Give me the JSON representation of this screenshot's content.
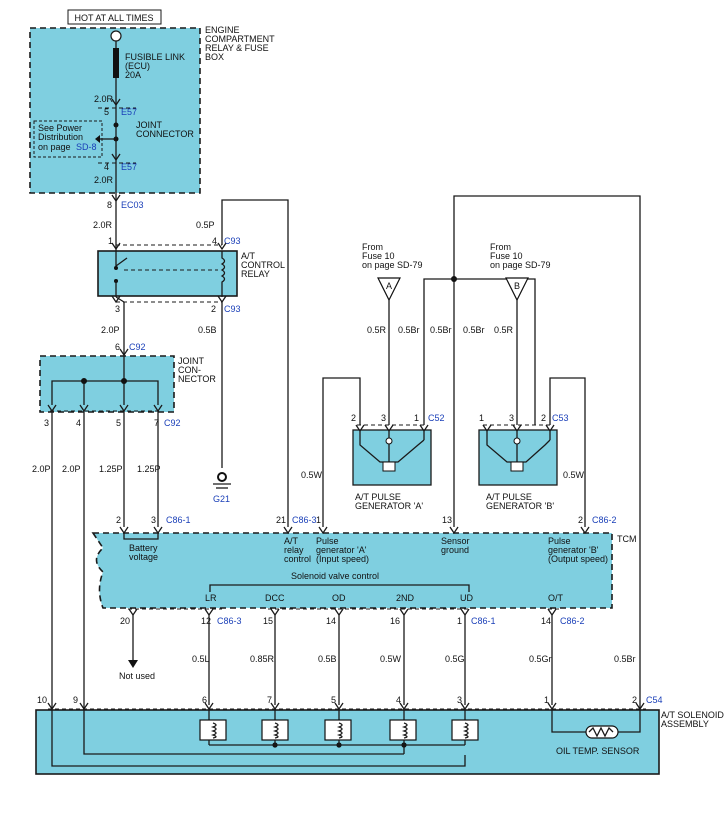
{
  "header": {
    "hot_label": "HOT AT ALL TIMES"
  },
  "fuse_box": {
    "title_lines": [
      "ENGINE",
      "COMPARTMENT",
      "RELAY & FUSE",
      "BOX"
    ],
    "fusible_link_lines": [
      "FUSIBLE LINK",
      "(ECU)",
      "20A"
    ],
    "wire_top": "2.0R",
    "pin_top": "5",
    "conn_top": "E57",
    "joint_lines": [
      "JOINT",
      "CONNECTOR"
    ],
    "see_power_lines": [
      "See Power",
      "Distribution",
      "on page"
    ],
    "see_page": "SD-8",
    "pin_bottom": "4",
    "conn_bottom": "E57",
    "wire_bottom": "2.0R"
  },
  "ec03": {
    "pin": "8",
    "conn": "EC03",
    "wire": "2.0R"
  },
  "relay": {
    "title_lines": [
      "A/T",
      "CONTROL",
      "RELAY"
    ],
    "pin1": "1",
    "pin4": "4",
    "conn_top": "C93",
    "wire_p4": "0.5P",
    "pin3": "3",
    "pin2": "2",
    "conn_bottom": "C93",
    "wire_p3": "2.0P",
    "wire_p2": "0.5B",
    "ground": "G21"
  },
  "joint2": {
    "pin_in": "6",
    "conn_in": "C92",
    "title_lines": [
      "JOINT",
      "CON-",
      "NECTOR"
    ],
    "pins": [
      "3",
      "4",
      "5",
      "7"
    ],
    "conn_out": "C92",
    "wires": [
      "2.0P",
      "2.0P",
      "1.25P",
      "1.25P"
    ]
  },
  "sources": {
    "a": {
      "lines": [
        "From",
        "Fuse 10",
        "on page SD-79"
      ],
      "letter": "A"
    },
    "b": {
      "lines": [
        "From",
        "Fuse 10",
        "on page SD-79"
      ],
      "letter": "B"
    }
  },
  "gen_a": {
    "pins": [
      "2",
      "3",
      "1"
    ],
    "conn": "C52",
    "wire_3": "0.5R",
    "wire_1": "0.5Br",
    "label_lines": [
      "A/T PULSE",
      "GENERATOR 'A'"
    ]
  },
  "gen_b": {
    "pins": [
      "1",
      "3",
      "2"
    ],
    "conn": "C53",
    "wire_3": "0.5R",
    "wire_1": "0.5Br",
    "label_lines": [
      "A/T PULSE",
      "GENERATOR 'B'"
    ]
  },
  "wire_05br_mid": "0.5Br",
  "wire_05w_a": "0.5W",
  "wire_05w_b": "0.5W",
  "tcm": {
    "label": "TCM",
    "top_pins": {
      "p2": "2",
      "p3": "3",
      "c861_top": "C86-1",
      "p21": "21",
      "c863_top": "C86-3",
      "p1": "1",
      "p13": "13",
      "p2b": "2",
      "c862_top": "C86-2"
    },
    "battery_lines": [
      "Battery",
      "voltage"
    ],
    "relay_ctl_lines": [
      "A/T",
      "relay",
      "control"
    ],
    "pga_lines": [
      "Pulse",
      "generator 'A'",
      "(Input speed)"
    ],
    "sensor_lines": [
      "Sensor",
      "ground"
    ],
    "pgb_lines": [
      "Pulse",
      "generator 'B'",
      "(Output speed)"
    ],
    "solenoid_title": "Solenoid valve control",
    "sol_labels": [
      "LR",
      "DCC",
      "OD",
      "2ND",
      "UD",
      "O/T"
    ],
    "bottom_pins": [
      "20",
      "12",
      "15",
      "14",
      "16",
      "1",
      "14"
    ],
    "c863_bot": "C86-3",
    "c861_bot": "C86-1",
    "c862_bot": "C86-2"
  },
  "not_used": "Not used",
  "bottom_wires": [
    "0.5L",
    "0.85R",
    "0.5B",
    "0.5W",
    "0.5G",
    "0.5Gr",
    "0.5Br"
  ],
  "solenoid": {
    "title_lines": [
      "A/T SOLENOID",
      "ASSEMBLY"
    ],
    "pins": [
      "10",
      "9",
      "6",
      "7",
      "5",
      "4",
      "3",
      "1",
      "2"
    ],
    "conn": "C54",
    "oil_sensor": "OIL TEMP. SENSOR"
  }
}
